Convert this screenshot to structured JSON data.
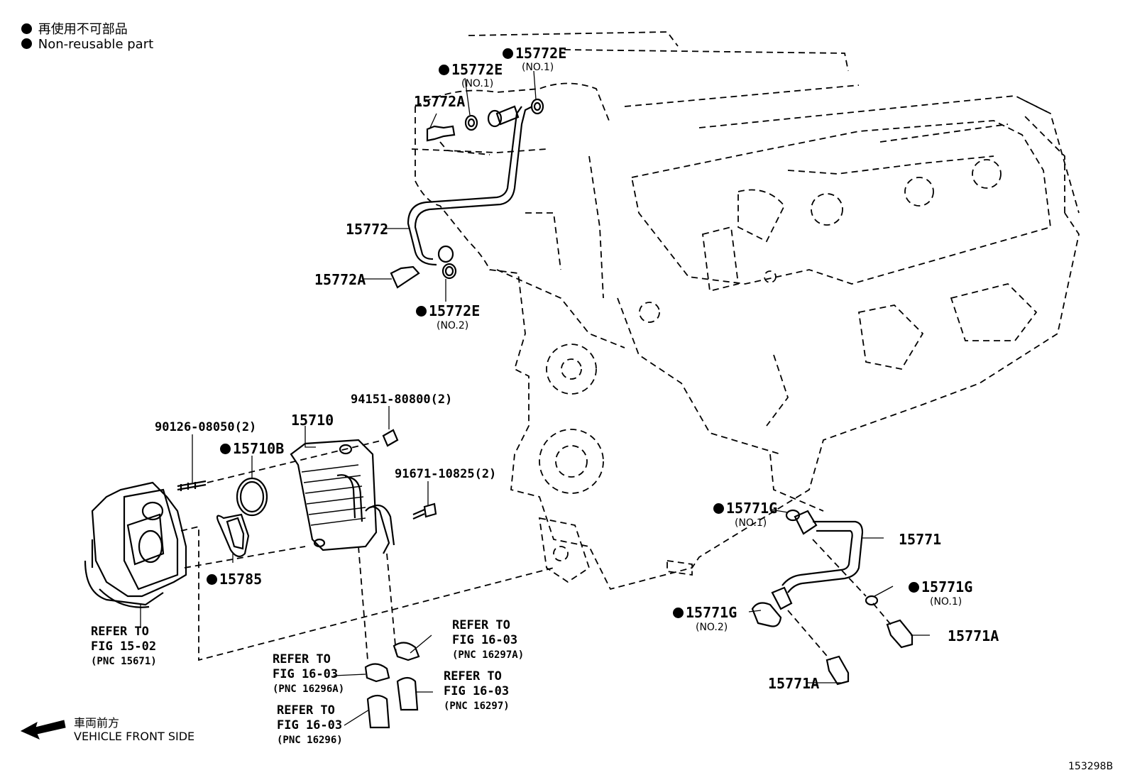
{
  "legend": {
    "line_ja": "再使用不可部品",
    "line_en": "Non-reusable part"
  },
  "parts": {
    "p15772E_no1_top": {
      "number": "15772E",
      "sub": "(NO.1)",
      "non_reusable": true
    },
    "p15772E_no1_mid": {
      "number": "15772E",
      "sub": "(NO.1)",
      "non_reusable": true
    },
    "p15772A_top": {
      "number": "15772A"
    },
    "p15772": {
      "number": "15772"
    },
    "p15772A_mid": {
      "number": "15772A"
    },
    "p15772E_no2": {
      "number": "15772E",
      "sub": "(NO.2)",
      "non_reusable": true
    },
    "p94151": {
      "number": "94151-80800(2)"
    },
    "p15710": {
      "number": "15710"
    },
    "p90126": {
      "number": "90126-08050(2)"
    },
    "p15710B": {
      "number": "15710B",
      "non_reusable": true
    },
    "p91671": {
      "number": "91671-10825(2)"
    },
    "p15785": {
      "number": "15785",
      "non_reusable": true
    },
    "p15771G_no1_left": {
      "number": "15771G",
      "sub": "(NO.1)",
      "non_reusable": true
    },
    "p15771": {
      "number": "15771"
    },
    "p15771G_no1_right": {
      "number": "15771G",
      "sub": "(NO.1)",
      "non_reusable": true
    },
    "p15771G_no2": {
      "number": "15771G",
      "sub": "(NO.2)",
      "non_reusable": true
    },
    "p15771A_right": {
      "number": "15771A"
    },
    "p15771A_bottom": {
      "number": "15771A"
    }
  },
  "references": {
    "ref_15_02": {
      "line1": "REFER TO",
      "line2": "FIG 15-02",
      "pnc": "(PNC 15671)"
    },
    "ref_16297A": {
      "line1": "REFER TO",
      "line2": "FIG 16-03",
      "pnc": "(PNC 16297A)"
    },
    "ref_16296A": {
      "line1": "REFER TO",
      "line2": "FIG 16-03",
      "pnc": "(PNC 16296A)"
    },
    "ref_16297": {
      "line1": "REFER TO",
      "line2": "FIG 16-03",
      "pnc": "(PNC 16297)"
    },
    "ref_16296": {
      "line1": "REFER TO",
      "line2": "FIG 16-03",
      "pnc": "(PNC 16296)"
    }
  },
  "direction": {
    "label_ja": "車両前方",
    "label_en": "VEHICLE FRONT SIDE"
  },
  "figure_id": "153298B"
}
